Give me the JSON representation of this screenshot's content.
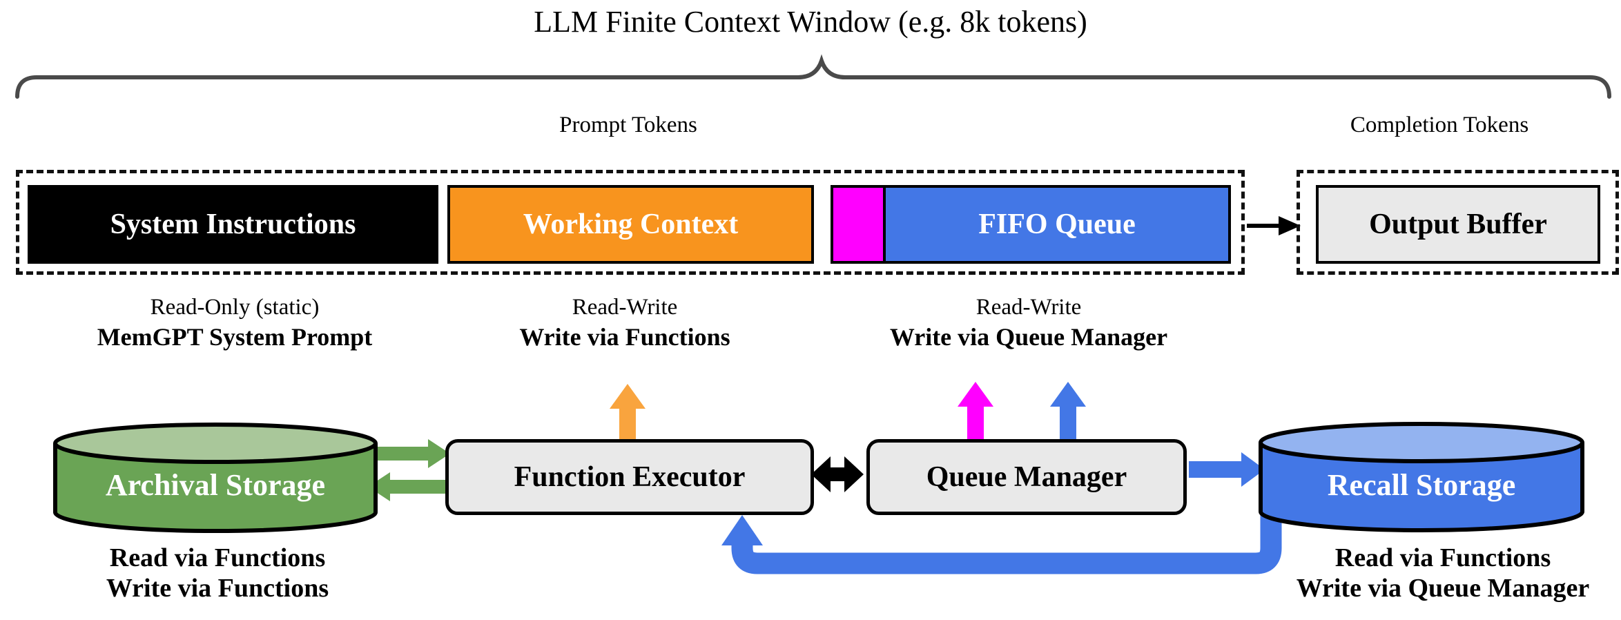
{
  "title": "LLM Finite Context Window (e.g. 8k tokens)",
  "labels": {
    "prompt": "Prompt Tokens",
    "completion": "Completion Tokens"
  },
  "context": {
    "system": "System Instructions",
    "working": "Working Context",
    "fifo": "FIFO Queue",
    "output": "Output Buffer"
  },
  "annotations": {
    "system": {
      "line1": "Read-Only (static)",
      "line2": "MemGPT System Prompt"
    },
    "working": {
      "line1": "Read-Write",
      "line2": "Write via Functions"
    },
    "fifo": {
      "line1": "Read-Write",
      "line2": "Write via Queue Manager"
    }
  },
  "components": {
    "archival": "Archival Storage",
    "executor": "Function Executor",
    "queue_manager": "Queue Manager",
    "recall": "Recall Storage"
  },
  "notes": {
    "archival": {
      "line1": "Read via Functions",
      "line2": "Write via Functions"
    },
    "recall": {
      "line1": "Read via Functions",
      "line2": "Write via Queue Manager"
    }
  },
  "colors": {
    "system_box": "#000000",
    "working_box": "#F8941E",
    "fifo_box": "#4377E6",
    "fifo_marker": "#FF00FF",
    "gray_box": "#E9E9E9",
    "green": "#6AA455",
    "green_light": "#A9C79A",
    "blue": "#4377E6",
    "blue_light": "#93B3F0",
    "orange_arrow": "#F9A43E",
    "magenta": "#FF00FF",
    "brace": "#4A4A4A"
  }
}
